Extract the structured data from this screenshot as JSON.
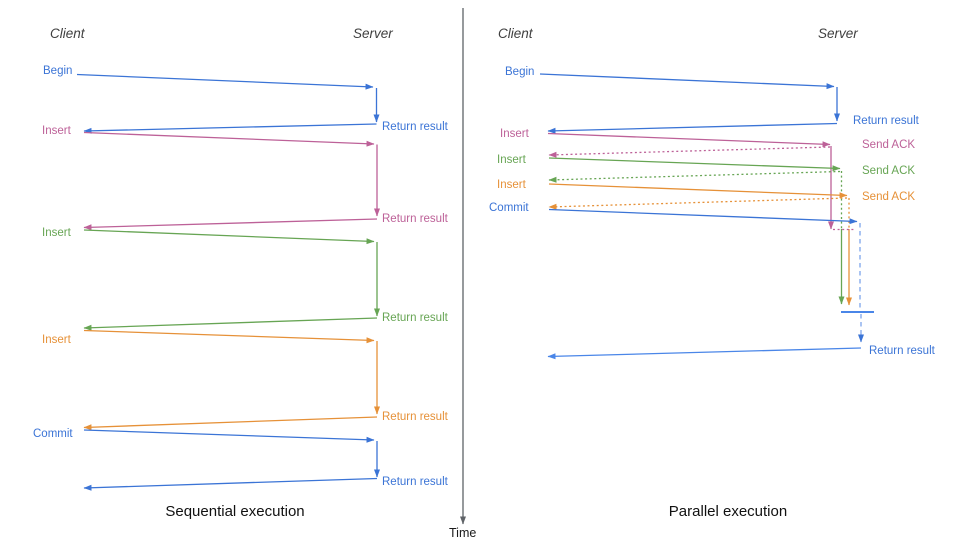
{
  "sequential": {
    "caption": "Sequential execution",
    "client_header": "Client",
    "server_header": "Server",
    "steps": [
      {
        "label": "Begin",
        "return": "Return result"
      },
      {
        "label": "Insert",
        "return": "Return result"
      },
      {
        "label": "Insert",
        "return": "Return result"
      },
      {
        "label": "Insert",
        "return": "Return result"
      },
      {
        "label": "Commit",
        "return": "Return result"
      }
    ]
  },
  "parallel": {
    "caption": "Parallel execution",
    "client_header": "Client",
    "server_header": "Server",
    "steps": [
      {
        "label": "Begin",
        "return": "Return result"
      },
      {
        "label": "Insert",
        "ack": "Send ACK"
      },
      {
        "label": "Insert",
        "ack": "Send ACK"
      },
      {
        "label": "Insert",
        "ack": "Send ACK"
      },
      {
        "label": "Commit",
        "return": "Return result"
      }
    ]
  },
  "time_axis": {
    "label": "Time"
  },
  "colors": {
    "blue": "#3b74d6",
    "blue_light": "#4a86e8",
    "blue_dash": "#7da5ec",
    "pink": "#bd6198",
    "green": "#67a554",
    "orange": "#e69138",
    "axis": "#5f6368",
    "heading": "#3f3f3f",
    "caption": "#111111"
  }
}
